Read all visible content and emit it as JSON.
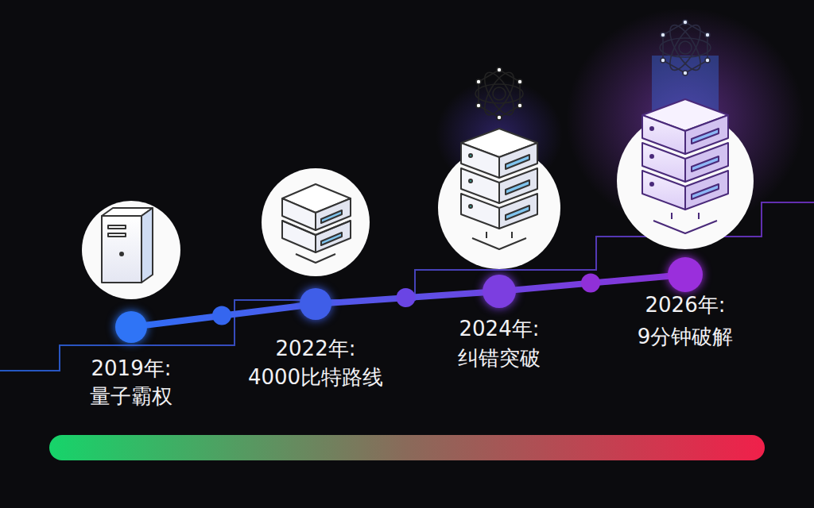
{
  "diagram": {
    "nodes": [
      {
        "text": [
          "2019年:",
          "量子霸权"
        ]
      },
      {
        "text": [
          "2022年:",
          "4000比特路线"
        ]
      },
      {
        "text": [
          "2024年:",
          "纠错突破"
        ]
      },
      {
        "text": [
          "2026年:",
          "9分钟破解"
        ]
      }
    ],
    "edges": [
      {
        "from": 0,
        "to": 1,
        "arrow": "none"
      },
      {
        "from": 1,
        "to": 2,
        "arrow": "none"
      },
      {
        "from": 2,
        "to": 3,
        "arrow": "none"
      }
    ]
  }
}
